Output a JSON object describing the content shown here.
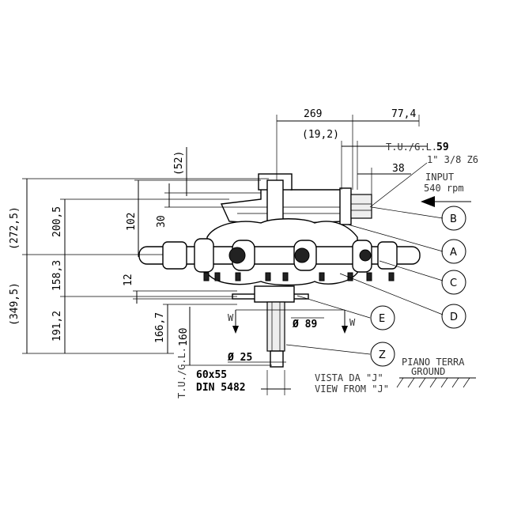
{
  "dimensions": {
    "top_269": "269",
    "top_77_4": "77,4",
    "top_19_2": "(19,2)",
    "tu_gl_label": "T.U./G.L.",
    "tu_gl_value": "59",
    "thread": "1\" 3/8 Z6",
    "top_38": "38",
    "input_label": "INPUT",
    "input_rpm": "540 rpm",
    "left_272_5": "(272,5)",
    "left_349_5": "(349,5)",
    "left_200_5": "200,5",
    "left_158_3": "158,3",
    "left_191_2": "191,2",
    "left_102": "102",
    "left_30": "30",
    "left_52": "(52)",
    "left_12": "12",
    "left_166_7": "166,7",
    "left_160": "160",
    "tu_gl_vertical": "T.U./G.L.",
    "spline": "60x55",
    "din": "DIN 5482",
    "dia_89": "Ø 89",
    "dia_25": "Ø 25",
    "w_left": "W",
    "w_right": "W"
  },
  "callouts": [
    "B",
    "A",
    "C",
    "D",
    "E",
    "Z"
  ],
  "notes": {
    "ground_it": "PIANO TERRA",
    "ground_en": "GROUND",
    "view_it": "VISTA DA \"J\"",
    "view_en": "VIEW FROM \"J\""
  }
}
